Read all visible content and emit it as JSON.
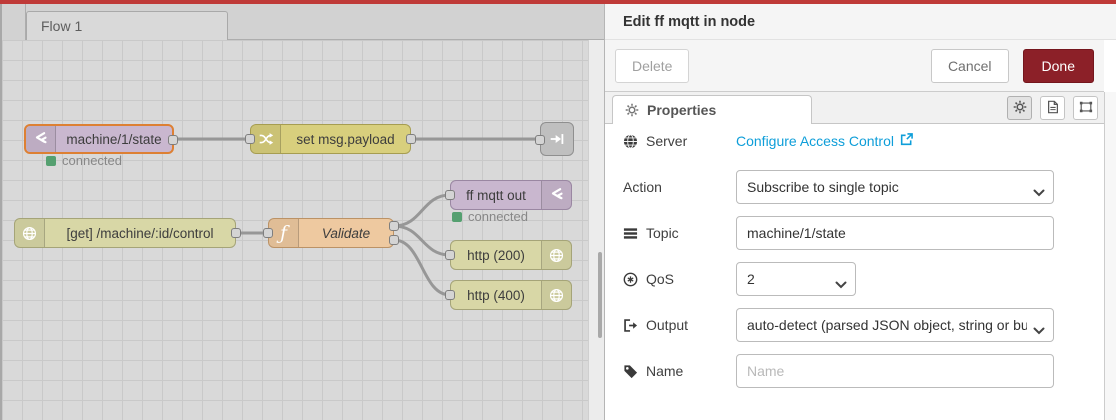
{
  "colors": {
    "topbar_red": "#bf3a38",
    "done_red": "#8c2028",
    "link_blue": "#0e9ed9",
    "status_green": "#55a070",
    "selected_orange": "#dd8033",
    "mqtt_node": "#c9b7cf",
    "change_node": "#d8cf7d",
    "http_node": "#d8d7a6",
    "function_node": "#eec9a0",
    "link_node": "#bfbfbf"
  },
  "flow": {
    "tab": "Flow 1",
    "nodes": {
      "mqtt_in": {
        "label": "machine/1/state",
        "status": "connected"
      },
      "change": {
        "label": "set msg.payload"
      },
      "http_in": {
        "label": "[get] /machine/:id/control"
      },
      "function": {
        "label": "Validate"
      },
      "mqtt_out": {
        "label": "ff mqtt out",
        "status": "connected"
      },
      "http_200": {
        "label": "http (200)"
      },
      "http_400": {
        "label": "http (400)"
      }
    }
  },
  "panel": {
    "title": "Edit ff mqtt in node",
    "buttons": {
      "delete": "Delete",
      "cancel": "Cancel",
      "done": "Done"
    },
    "tab": "Properties",
    "fields": {
      "server": {
        "label": "Server",
        "link": "Configure Access Control"
      },
      "action": {
        "label": "Action",
        "value": "Subscribe to single topic"
      },
      "topic": {
        "label": "Topic",
        "value": "machine/1/state"
      },
      "qos": {
        "label": "QoS",
        "value": "2"
      },
      "output": {
        "label": "Output",
        "value": "auto-detect (parsed JSON object, string or buffer)"
      },
      "name": {
        "label": "Name",
        "placeholder": "Name"
      }
    }
  },
  "icons": {
    "mqtt": "bridge-chevrons-icon",
    "change": "shuffle-icon",
    "http": "globe-icon",
    "function": "italic-f-icon",
    "link_out": "arrow-exit-icon",
    "properties": "gear-icon",
    "description": "file-icon",
    "appearance": "object-group-icon",
    "server": "globe-icon",
    "topic": "list-bars-icon",
    "qos": "circled-asterisk-icon",
    "output": "sign-out-icon",
    "name": "tag-icon",
    "server_link": "external-link-icon",
    "select": "chevron-down-icon"
  }
}
